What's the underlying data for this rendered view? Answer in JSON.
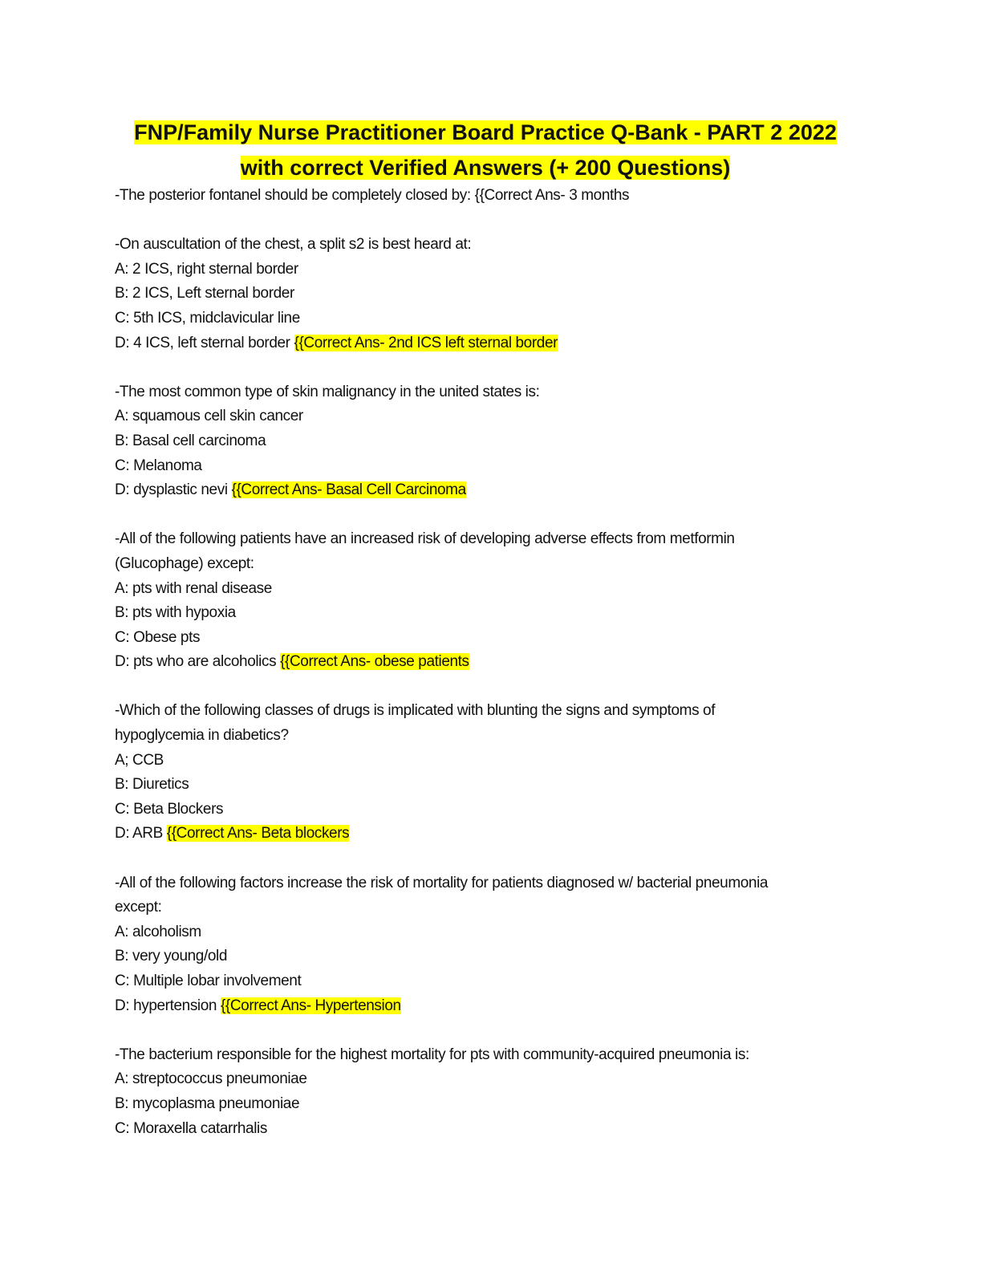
{
  "title": {
    "line1": "FNP/Family Nurse Practitioner Board Practice Q-Bank - PART 2 2022",
    "line2": "with correct Verified Answers (+ 200 Questions)"
  },
  "highlight_color": "#ffff00",
  "questions": [
    {
      "stem": "-The posterior fontanel should be completely closed by: {{Correct Ans- 3 months"
    },
    {
      "stem": "-On auscultation of the chest, a split s2 is best heard at:",
      "a": "A: 2 ICS, right sternal border",
      "b": "B: 2 ICS, Left sternal border",
      "c": "C: 5th ICS, midclavicular line",
      "d": "D: 4 ICS, left sternal border ",
      "answer": "{{Correct Ans- 2nd ICS left sternal border"
    },
    {
      "stem": "-The most common type of skin malignancy in the united states is:",
      "a": "A: squamous cell skin cancer",
      "b": "B: Basal cell carcinoma",
      "c": "C: Melanoma",
      "d": "D: dysplastic nevi ",
      "answer": "{{Correct Ans- Basal Cell Carcinoma"
    },
    {
      "stem1": "-All of the following patients have an increased risk of developing adverse effects from metformin",
      "stem2": "(Glucophage) except:",
      "a": "A: pts with renal disease",
      "b": "B: pts with hypoxia",
      "c": "C: Obese pts",
      "d": "D: pts who are alcoholics ",
      "answer": "{{Correct Ans- obese patients"
    },
    {
      "stem1": "-Which of the following classes of drugs is implicated with blunting the signs and symptoms of",
      "stem2": "hypoglycemia in diabetics?",
      "a": "A; CCB",
      "b": "B: Diuretics",
      "c": "C: Beta Blockers",
      "d": "D: ARB ",
      "answer": "{{Correct Ans- Beta blockers"
    },
    {
      "stem1": "-All of the following factors increase the risk of mortality for patients diagnosed w/ bacterial pneumonia",
      "stem2": "except:",
      "a": "A: alcoholism",
      "b": "B: very young/old",
      "c": "C: Multiple lobar involvement",
      "d": "D: hypertension ",
      "answer": "{{Correct Ans- Hypertension"
    },
    {
      "stem": "-The bacterium responsible for the highest mortality for pts with community-acquired pneumonia is:",
      "a": "A: streptococcus pneumoniae",
      "b": "B: mycoplasma pneumoniae",
      "c": "C: Moraxella catarrhalis"
    }
  ]
}
